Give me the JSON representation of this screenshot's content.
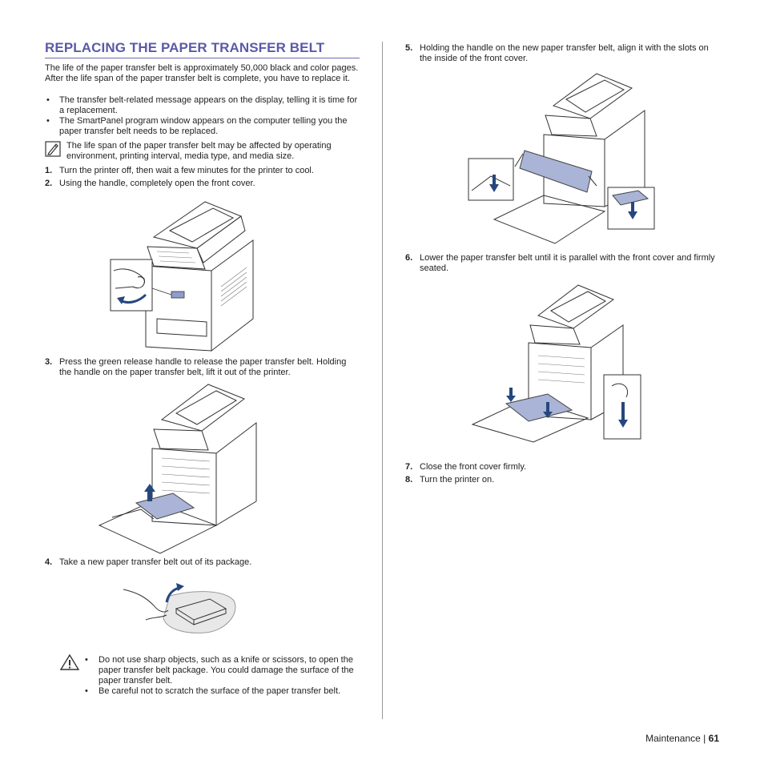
{
  "heading": "REPLACING THE PAPER TRANSFER BELT",
  "intro": "The life of the paper transfer belt is approximately 50,000 black and color pages. After the life span of the paper transfer belt is complete, you have to replace it.",
  "intro_bullets": [
    "The transfer belt-related message appears on the display, telling it is time for a replacement.",
    "The SmartPanel program window appears on the computer telling you the paper transfer belt needs to be replaced."
  ],
  "note": "The life span of the paper transfer belt may be affected by operating environment, printing interval, media type, and media size.",
  "steps": [
    {
      "num": "1.",
      "text": "Turn the printer off, then wait a few minutes for the printer to cool."
    },
    {
      "num": "2.",
      "text": "Using the handle, completely open the front cover."
    },
    {
      "num": "3.",
      "text": "Press the green release handle to release the paper transfer belt. Holding the handle on the paper transfer belt, lift it out of the printer."
    },
    {
      "num": "4.",
      "text": "Take a new paper transfer belt out of its package."
    },
    {
      "num": "5.",
      "text": "Holding the handle on the new paper transfer belt, align it with the slots on the inside of the front cover."
    },
    {
      "num": "6.",
      "text": "Lower the paper transfer belt until it is parallel with the front cover and firmly seated."
    },
    {
      "num": "7.",
      "text": "Close the front cover firmly."
    },
    {
      "num": "8.",
      "text": "Turn the printer on."
    }
  ],
  "caution_bullets": [
    "Do not use sharp objects, such as a knife or scissors, to open the paper transfer belt package. You could damage the surface of the paper transfer belt.",
    "Be careful not to scratch the surface of the paper transfer belt."
  ],
  "footer": {
    "section": "Maintenance",
    "separator": "|",
    "page": "61"
  },
  "icons": {
    "note": "note-pencil-icon",
    "caution": "warning-triangle-icon"
  },
  "colors": {
    "heading": "#5a5aa8",
    "belt": "#a9b4d6",
    "arrow": "#26477e"
  }
}
